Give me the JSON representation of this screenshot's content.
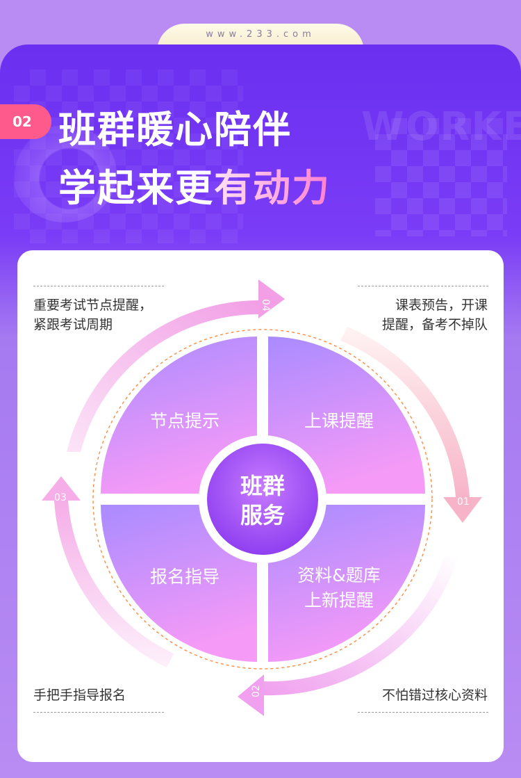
{
  "header": {
    "url": "www.233.com",
    "badge": "02",
    "title_line1": "班群暖心陪伴",
    "title_line2_part1": "学起来更",
    "title_line2_highlight": "有动力",
    "watermark": "WORKER"
  },
  "diagram": {
    "center": [
      "班群",
      "服务"
    ],
    "quadrants": {
      "top_left": [
        "节点提示"
      ],
      "top_right": [
        "上课提醒"
      ],
      "bottom_left": [
        "报名指导"
      ],
      "bottom_right": [
        "资料&题库",
        "上新提醒"
      ]
    },
    "arrow_numbers": {
      "a1": "01",
      "a2": "02",
      "a3": "03",
      "a4": "04"
    }
  },
  "notes": {
    "top_left": [
      "重要考试节点提醒，",
      "紧跟考试周期"
    ],
    "top_right": [
      "课表预告，开课",
      "提醒，备考不掉队"
    ],
    "bottom_left": "手把手指导报名",
    "bottom_right": "不怕错过核心资料"
  },
  "colors": {
    "accent_pink": "#ff5a8c",
    "purple_dark": "#6a2ff0",
    "quadrant_start": "#a98bff",
    "quadrant_end": "#f59af7",
    "arrow_pink": "#f6b0e4"
  }
}
